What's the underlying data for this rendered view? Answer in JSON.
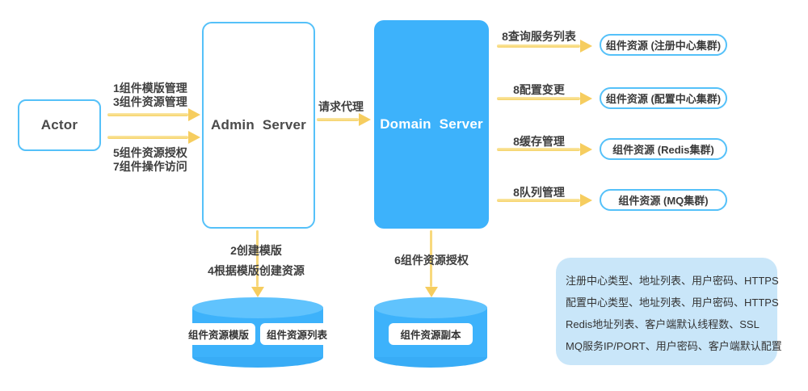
{
  "diagram": {
    "actor": {
      "label": "Actor"
    },
    "admin_server": {
      "label": "Admin Server"
    },
    "domain_server": {
      "label": "Domain Server"
    },
    "flows": {
      "actor_admin_upper": {
        "lines": [
          "1组件模版管理",
          "3组件资源管理"
        ]
      },
      "actor_admin_lower": {
        "lines": [
          "5组件资源授权",
          "7组件操作访问"
        ]
      },
      "request_proxy": "请求代理",
      "create_template": "2创建模版",
      "create_resource_from_template": "4根据模版创建资源",
      "component_resource_auth": "6组件资源授权",
      "query_service_list": "8查询服务列表",
      "config_change": "8配置变更",
      "cache_mgmt": "8缓存管理",
      "queue_mgmt": "8队列管理"
    },
    "resource_nodes": [
      {
        "label": "组件资源 (注册中心集群)"
      },
      {
        "label": "组件资源 (配置中心集群)"
      },
      {
        "label": "组件资源 (Redis集群)"
      },
      {
        "label": "组件资源 (MQ集群)"
      }
    ],
    "admin_database": {
      "items": [
        {
          "label": "组件资源模版"
        },
        {
          "label": "组件资源列表"
        }
      ]
    },
    "domain_database": {
      "items": [
        {
          "label": "组件资源副本"
        }
      ]
    },
    "note_panel": {
      "lines": [
        "注册中心类型、地址列表、用户密码、HTTPS",
        "配置中心类型、地址列表、用户密码、HTTPS",
        "Redis地址列表、客户端默认线程数、SSL",
        "MQ服务IP/PORT、用户密码、客户端默认配置"
      ]
    },
    "colors": {
      "accent_blue": "#3DB2FB",
      "border_blue": "#55C1F9",
      "cylinder_top_blue": "#60C3FD",
      "arrow_yellow": "#F8D97C",
      "arrowhead_yellow": "#F6CD5F",
      "panel_blue": "#C9E6F9",
      "text_dark": "#3E3E3E"
    }
  }
}
